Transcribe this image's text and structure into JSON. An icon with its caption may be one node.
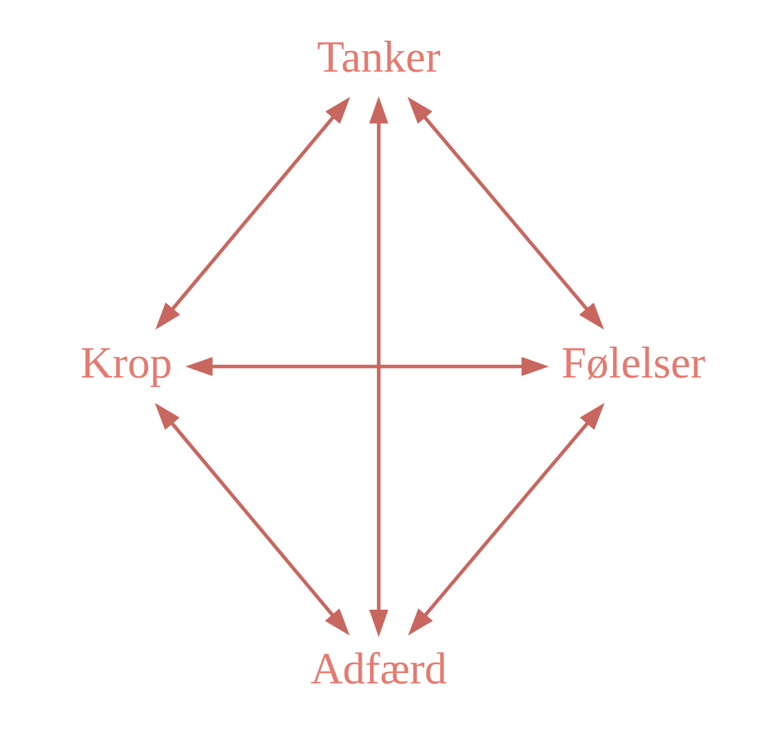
{
  "diagram": {
    "nodes": [
      {
        "text": [
          "Tanker"
        ]
      },
      {
        "text": [
          "Krop"
        ]
      },
      {
        "text": [
          "Følelser"
        ]
      },
      {
        "text": [
          "Adfærd"
        ]
      }
    ],
    "edges": [
      {
        "from": 0,
        "to": 1,
        "arrow": "both"
      },
      {
        "from": 0,
        "to": 3,
        "arrow": "both"
      },
      {
        "from": 0,
        "to": 2,
        "arrow": "both"
      },
      {
        "from": 1,
        "to": 2,
        "arrow": "both"
      },
      {
        "from": 1,
        "to": 3,
        "arrow": "both"
      },
      {
        "from": 2,
        "to": 3,
        "arrow": "both"
      }
    ]
  }
}
